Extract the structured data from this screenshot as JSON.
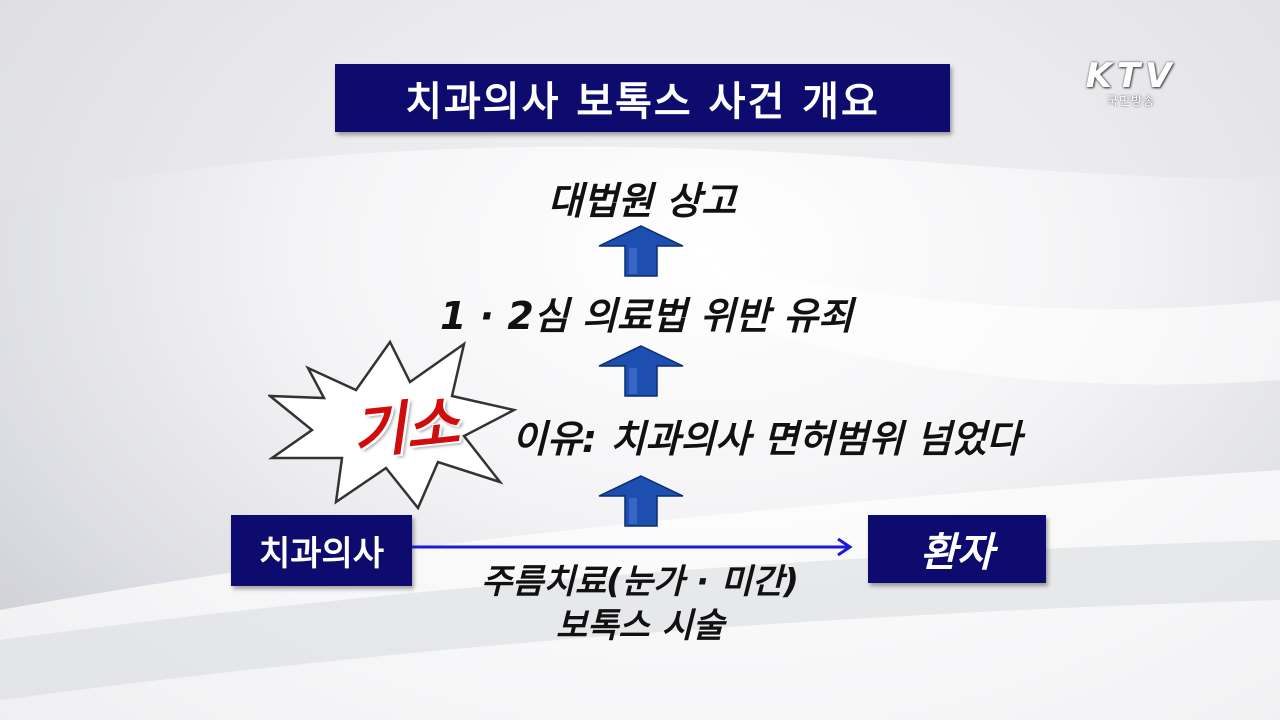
{
  "title": "치과의사 보톡스 사건 개요",
  "logo": {
    "main": "KTV",
    "sub": "국민방송"
  },
  "flow": {
    "step_top": "대법원 상고",
    "step_middle": "1 · 2심 의료법 위반 유죄",
    "step_reason": "이유: 치과의사 면허범위 넘었다",
    "burst_label": "기소"
  },
  "actors": {
    "dentist": "치과의사",
    "patient": "환자"
  },
  "treatment": {
    "line1": "주름치료(눈가 · 미간)",
    "line2": "보톡스 시술"
  },
  "colors": {
    "box_navy": "#0d0b6e",
    "arrow_blue": "#1c4fb0",
    "burst_red": "#d10c0c",
    "connector_blue": "#1a1ad8"
  }
}
